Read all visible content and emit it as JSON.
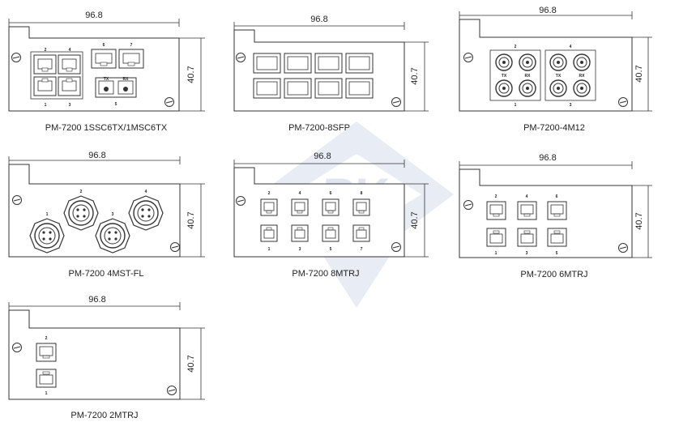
{
  "watermark": {
    "text": "PK",
    "color": "#c9d6ea"
  },
  "modules": [
    {
      "id": "1ssc6tx",
      "width_label": "96.8",
      "height_label": "40.7",
      "caption": "PM-7200 1SSC6TX/1MSC6TX",
      "ports": {
        "rj45": [
          "2",
          "4",
          "1",
          "3"
        ],
        "sfp": [
          "6",
          "7"
        ],
        "sc": [
          "5"
        ],
        "sc_marks": [
          "TX",
          "RX"
        ]
      }
    },
    {
      "id": "8sfp",
      "width_label": "96.8",
      "height_label": "40.7",
      "caption": "PM-7200-8SFP",
      "ports": {
        "sfp_count": 8
      }
    },
    {
      "id": "4m12",
      "width_label": "96.8",
      "height_label": "40.7",
      "caption": "PM-7200-4M12",
      "ports": {
        "top": [
          "2",
          "4"
        ],
        "bottom": [
          "1",
          "3"
        ],
        "marks": [
          "TX",
          "RX",
          "TX",
          "RX"
        ]
      }
    },
    {
      "id": "4mst",
      "width_label": "96.8",
      "height_label": "40.7",
      "caption": "PM-7200 4MST-FL",
      "ports": {
        "labels": [
          "1",
          "2",
          "3",
          "4"
        ]
      }
    },
    {
      "id": "8mtrj",
      "width_label": "96.8",
      "height_label": "40.7",
      "caption": "PM-7200 8MTRJ",
      "ports": {
        "top": [
          "2",
          "4",
          "6",
          "8"
        ],
        "bottom": [
          "1",
          "3",
          "5",
          "7"
        ]
      }
    },
    {
      "id": "6mtrj",
      "width_label": "96.8",
      "height_label": "40.7",
      "caption": "PM-7200 6MTRJ",
      "ports": {
        "top": [
          "2",
          "4",
          "6"
        ],
        "bottom": [
          "1",
          "3",
          "5"
        ]
      }
    },
    {
      "id": "2mtrj",
      "width_label": "96.8",
      "height_label": "40.7",
      "caption": "PM-7200 2MTRJ",
      "ports": {
        "top": [
          "2"
        ],
        "bottom": [
          "1"
        ]
      }
    }
  ]
}
